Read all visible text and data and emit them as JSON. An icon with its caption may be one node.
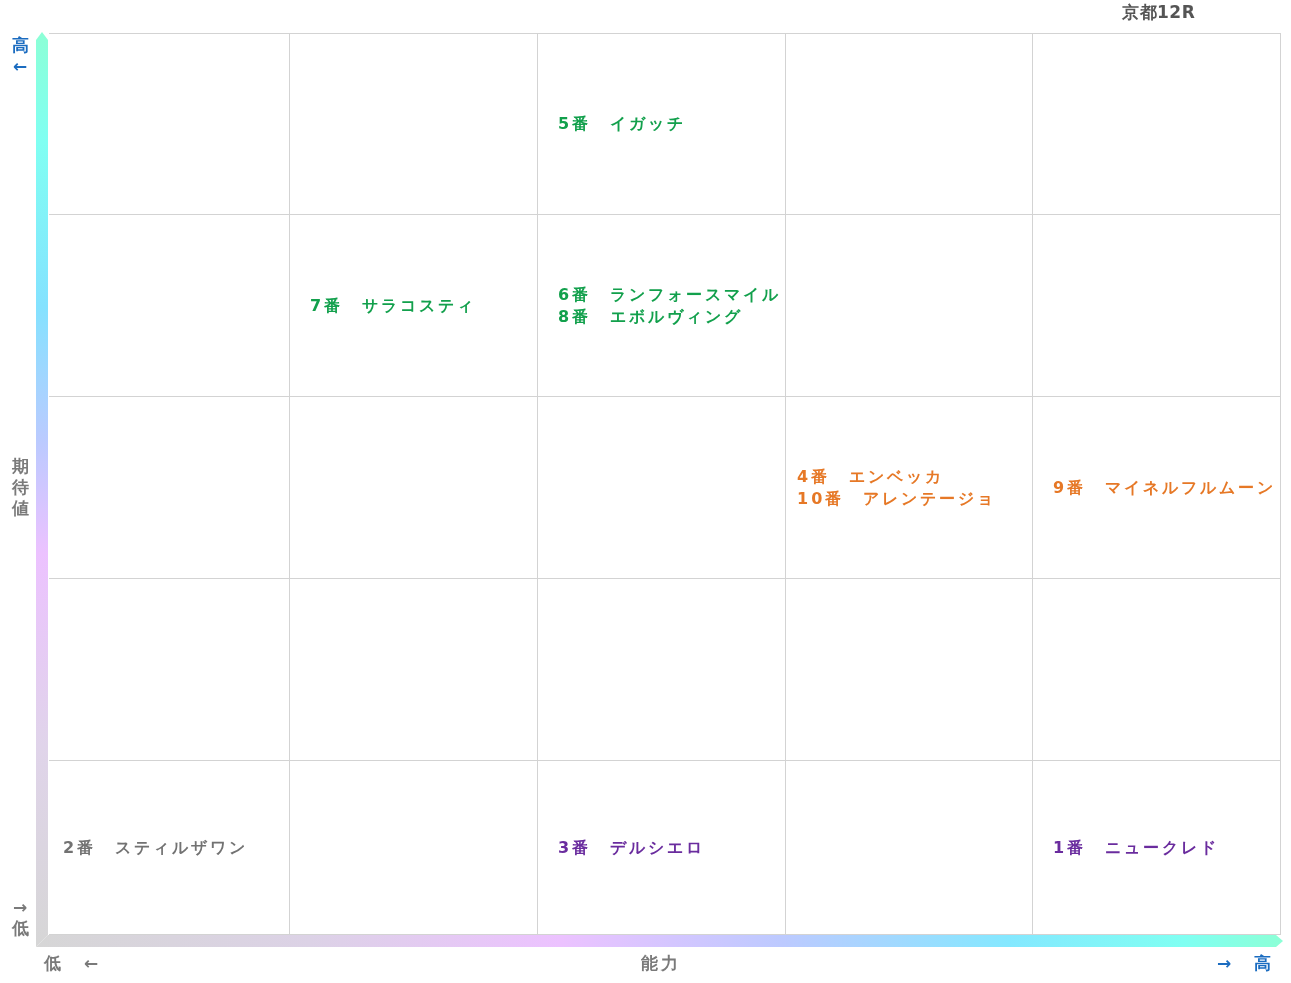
{
  "diagram": {
    "title": "京都12R",
    "nodes": [
      {
        "text": [],
        "shape": "box"
      },
      {
        "text": [],
        "shape": "box"
      },
      {
        "text": [
          "5番　イガッチ"
        ]
      },
      {
        "text": [],
        "shape": "box"
      },
      {
        "text": [],
        "shape": "box"
      },
      {
        "text": [],
        "shape": "box"
      },
      {
        "text": [
          "7番　サラコスティ"
        ]
      },
      {
        "text": [
          "6番　ランフォースマイル",
          "8番　エボルヴィング"
        ]
      },
      {
        "text": [],
        "shape": "box"
      },
      {
        "text": [],
        "shape": "box"
      },
      {
        "text": [],
        "shape": "box"
      },
      {
        "text": [],
        "shape": "box"
      },
      {
        "text": [],
        "shape": "box"
      },
      {
        "text": [
          "4番　エンベッカ",
          "10番　アレンテージョ"
        ]
      },
      {
        "text": [
          "9番　マイネルフルムーン"
        ]
      },
      {
        "text": [],
        "shape": "box"
      },
      {
        "text": [],
        "shape": "box"
      },
      {
        "text": [],
        "shape": "box"
      },
      {
        "text": [],
        "shape": "box"
      },
      {
        "text": [],
        "shape": "box"
      },
      {
        "text": [
          "2番　スティルザワン"
        ]
      },
      {
        "text": [],
        "shape": "box"
      },
      {
        "text": [
          "3番　デルシエロ"
        ]
      },
      {
        "text": [],
        "shape": "box"
      },
      {
        "text": [
          "1番　ニュークレド"
        ]
      }
    ],
    "labels": [
      "高←",
      "期待値",
      "→低",
      "低　←",
      "能力",
      "→　高"
    ]
  }
}
